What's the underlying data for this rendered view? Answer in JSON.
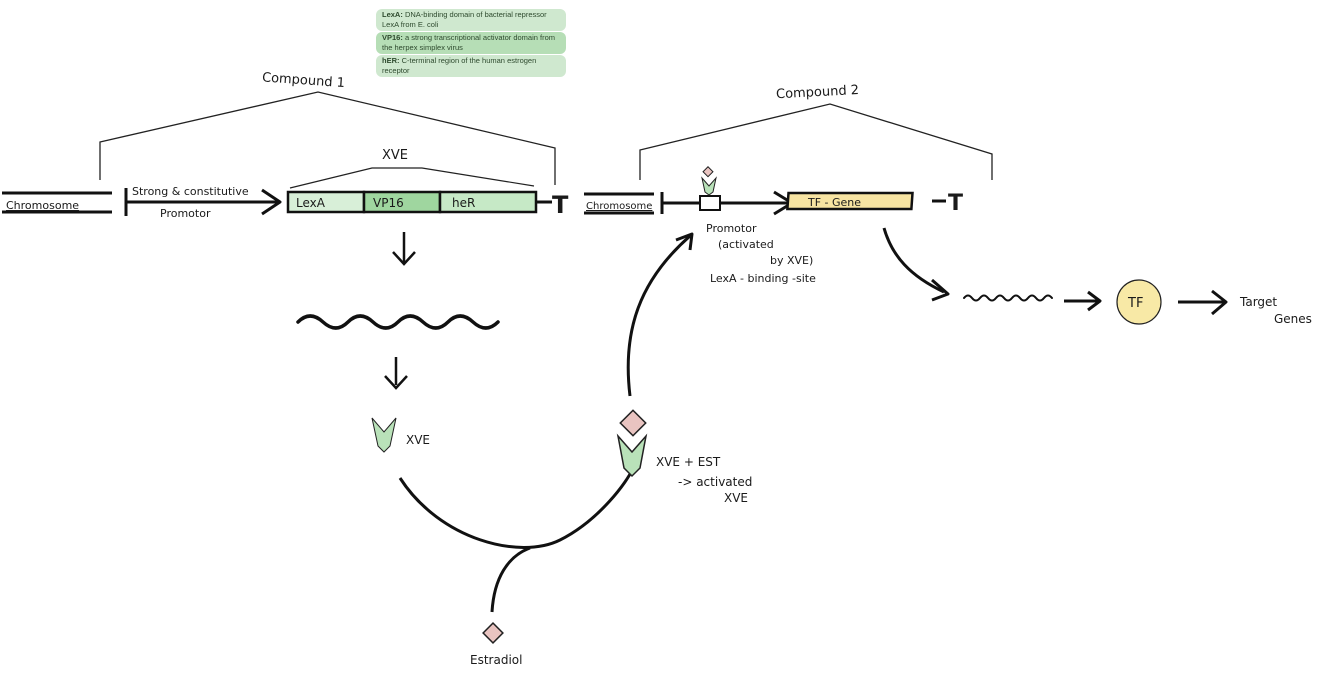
{
  "legend": [
    {
      "term": "LexA:",
      "desc": "DNA-binding domain of bacterial repressor LexA from E. coli",
      "color": "#cfe8cf"
    },
    {
      "term": "VP16:",
      "desc": "a strong transcriptional activator domain from the herpex simplex virus",
      "color": "#b6deb6"
    },
    {
      "term": "hER:",
      "desc": "C-terminal region of the human estrogen receptor",
      "color": "#cfe8cf"
    }
  ],
  "compound1": {
    "label": "Compound 1",
    "chromosome": "Chromosome",
    "promoter_top": "Strong & constitutive",
    "promoter_bottom": "Promotor",
    "construct_label": "XVE",
    "domains": [
      "LexA",
      "VP16",
      "heR"
    ],
    "terminator": "T"
  },
  "compound2": {
    "label": "Compound 2",
    "chromosome": "Chromosome",
    "promoter_lines": [
      "Promotor",
      "(activated",
      "by XVE)"
    ],
    "binding_site": "LexA - binding -site",
    "gene": "TF - Gene",
    "terminator": "T"
  },
  "pathway": {
    "xve": "XVE",
    "estradiol": "Estradiol",
    "complex_lines": [
      "XVE + EST",
      "-> activated",
      "XVE"
    ],
    "tf": "TF",
    "target_lines": [
      "Target",
      "Genes"
    ]
  },
  "colors": {
    "lexa": "#d8efd8",
    "vp16": "#9fd69f",
    "her": "#c6e9c6",
    "xve_protein": "#b9e2b9",
    "estradiol": "#e9c4c1",
    "tf_gene": "#f7e4a2",
    "tf_circle": "#f8e9a6"
  }
}
